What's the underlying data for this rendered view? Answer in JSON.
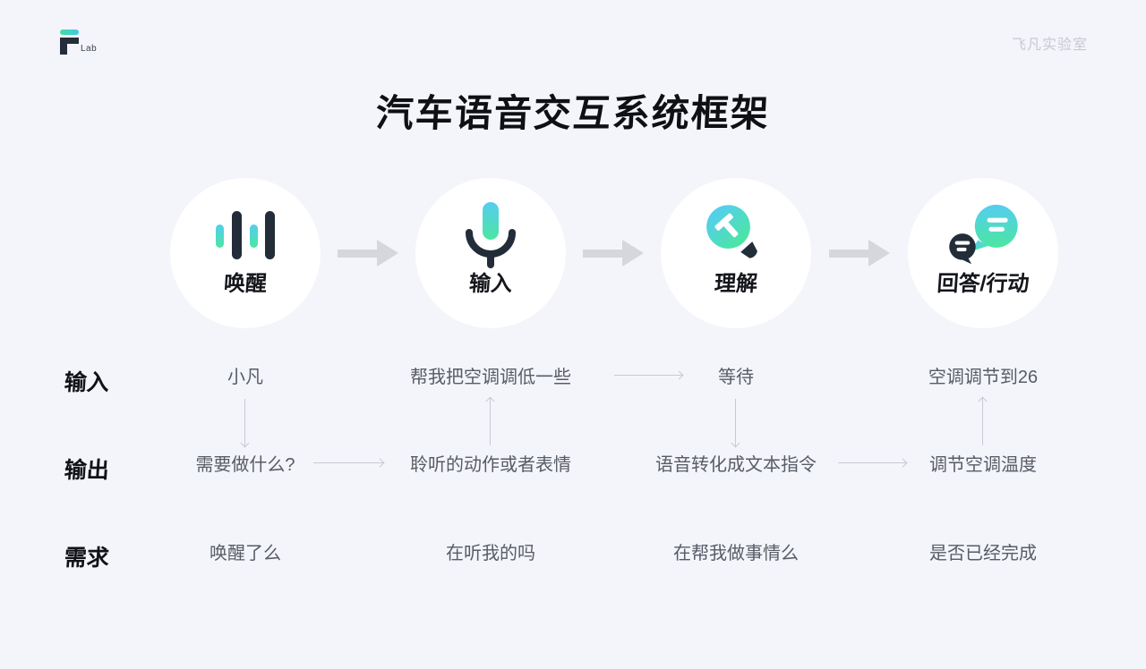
{
  "header": {
    "logo_lab": "Lab",
    "brand_right": "飞凡实验室"
  },
  "title": "汽车语音交互系统框架",
  "stages": [
    {
      "label": "唤醒",
      "icon": "voice-waveform-icon"
    },
    {
      "label": "输入",
      "icon": "microphone-icon"
    },
    {
      "label": "理解",
      "icon": "lightbulb-icon"
    },
    {
      "label": "回答/行动",
      "icon": "chat-bubbles-icon"
    }
  ],
  "rows": [
    {
      "label": "输入",
      "cells": [
        "小凡",
        "帮我把空调调低一些",
        "等待",
        "空调调节到26"
      ]
    },
    {
      "label": "输出",
      "cells": [
        "需要做什么?",
        "聆听的动作或者表情",
        "语音转化成文本指令",
        "调节空调温度"
      ]
    },
    {
      "label": "需求",
      "cells": [
        "唤醒了么",
        "在听我的吗",
        "在帮我做事情么",
        "是否已经完成"
      ]
    }
  ],
  "colors": {
    "background": "#f4f5fa",
    "accent_cyan": "#53cdf0",
    "accent_green": "#4be6a1",
    "dark": "#232d39",
    "muted_text": "#575c66",
    "stage_arrow": "#d5d7dc",
    "thin_arrow": "#c7cad1",
    "brand_gray": "#c6c9d1"
  }
}
